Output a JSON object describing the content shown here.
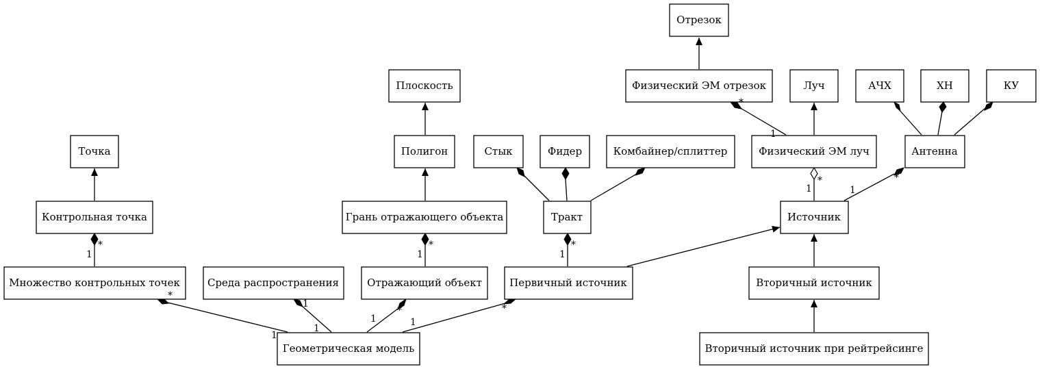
{
  "nodes": {
    "otrezok": "Отрезок",
    "fiz_em_otrezok": "Физический ЭМ отрезок",
    "luch": "Луч",
    "achx": "АЧХ",
    "xn": "ХН",
    "ku": "КУ",
    "ploskost": "Плоскость",
    "tochka": "Точка",
    "poligon": "Полигон",
    "styk": "Стык",
    "fider": "Фидер",
    "kombainer": "Комбайнер/сплиттер",
    "fiz_em_luch": "Физический ЭМ луч",
    "antenna": "Антенна",
    "kontrolnaya_tochka": "Контрольная точка",
    "gran": "Грань отражающего объекта",
    "trakt": "Тракт",
    "istochnik": "Источник",
    "mnozhestvo": "Множество контрольных точек",
    "sreda": "Среда распространения",
    "otrazhayushchiy": "Отражающий объект",
    "pervichnyy": "Первичный источник",
    "vtorichnyy": "Вторичный источник",
    "geom_model": "Геометрическая модель",
    "vtorichnyy_rt": "Вторичный источник при рейтрейсинге"
  },
  "multiplicities": {
    "one": "1",
    "many": "*"
  }
}
